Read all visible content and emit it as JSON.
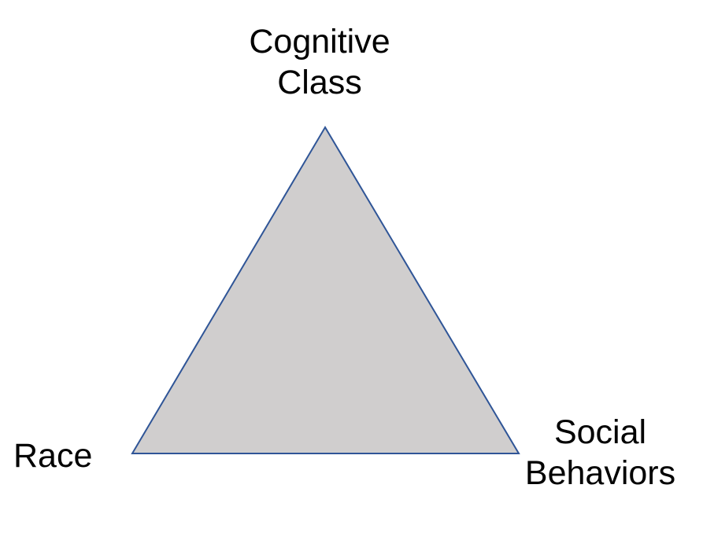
{
  "diagram": {
    "type": "triangle",
    "fill_color": "#d0cece",
    "stroke_color": "#2f5597",
    "vertices": {
      "top": {
        "lines": [
          "Cognitive",
          "Class"
        ]
      },
      "bottom_left": {
        "lines": [
          "Race"
        ]
      },
      "bottom_right": {
        "lines": [
          "Social",
          "Behaviors"
        ]
      }
    }
  }
}
